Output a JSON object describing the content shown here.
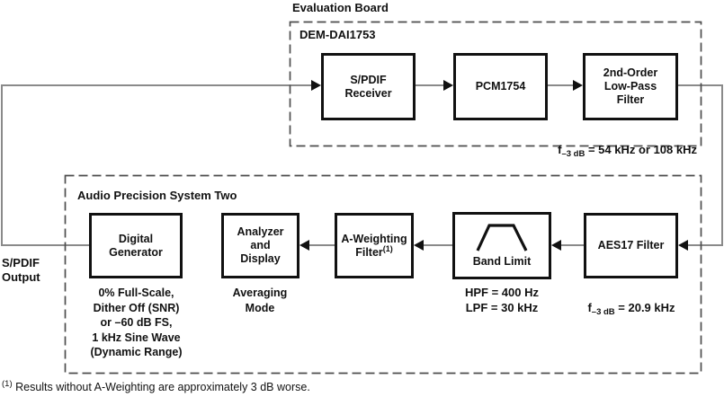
{
  "diagram": {
    "evaluation_board": {
      "title": "Evaluation Board",
      "subtitle": "DEM-DAI1753",
      "blocks": {
        "spdif_receiver": "S/PDIF\nReceiver",
        "pcm1754": "PCM1754",
        "low_pass_filter": "2nd-Order\nLow-Pass\nFilter"
      },
      "lpf_note": {
        "prefix": "f",
        "sub": "–3 dB",
        "rest": " = 54 kHz or 108 kHz"
      }
    },
    "audio_precision": {
      "title": "Audio Precision System Two",
      "blocks": {
        "digital_generator": "Digital\nGenerator",
        "analyzer": "Analyzer\nand\nDisplay",
        "a_weighting_line1": "A-Weighting",
        "a_weighting_line2": "Filter",
        "a_weighting_sup": "(1)",
        "band_limit": "Band Limit",
        "aes17": "AES17 Filter"
      },
      "captions": {
        "digital_generator": "0% Full-Scale,\nDither Off (SNR)\nor –60 dB FS,\n1 kHz Sine Wave\n(Dynamic Range)",
        "analyzer": "Averaging\nMode",
        "band_limit": "HPF = 400 Hz\nLPF = 30 kHz",
        "aes17": {
          "prefix": "f",
          "sub": "–3 dB",
          "rest": " = 20.9 kHz"
        }
      }
    },
    "spdif_output_label": "S/PDIF\nOutput",
    "footnote": {
      "sup": "(1)",
      "text": " Results without A-Weighting are approximately 3 dB worse."
    },
    "icons": {
      "band_limit_icon": "bandpass-response-icon"
    },
    "colors": {
      "wire": "#8a8a8a",
      "dashed_border": "#4d4d4d",
      "box_border": "#111111",
      "arrow": "#111111",
      "text": "#111111",
      "background": "#ffffff"
    }
  }
}
